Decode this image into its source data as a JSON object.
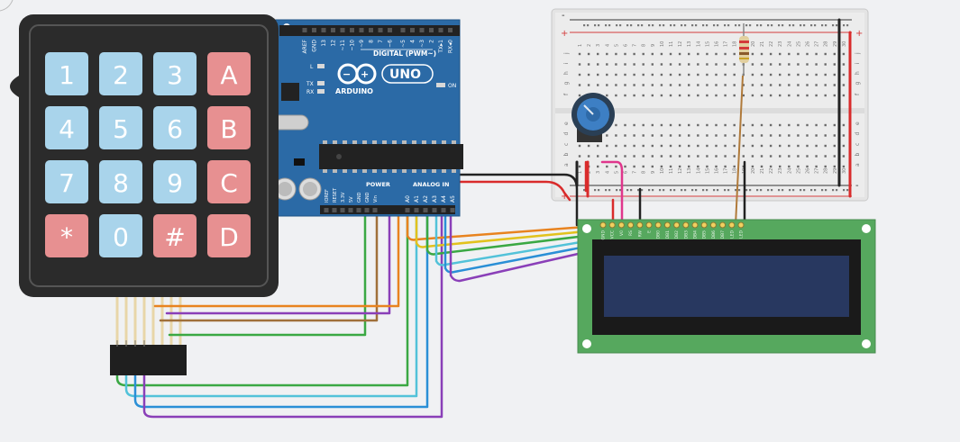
{
  "keypad": {
    "keys": [
      "1",
      "2",
      "3",
      "A",
      "4",
      "5",
      "6",
      "B",
      "7",
      "8",
      "9",
      "C",
      "*",
      "0",
      "#",
      "D"
    ],
    "colors": {
      "body": "#2b2b2b",
      "key_blue": "#a9d4eb",
      "key_red": "#e79091",
      "key_text": "#ffffff"
    }
  },
  "arduino": {
    "brand": "ARDUINO",
    "model": "UNO",
    "digital_label": "DIGITAL (PWM~)",
    "digital_pins": [
      "AREF",
      "GND",
      "13",
      "12",
      "~11",
      "~10",
      "~9",
      "8",
      "7",
      "~6",
      "~5",
      "4",
      "~3",
      "2",
      "TX▸1",
      "RX◂0"
    ],
    "power_label": "POWER",
    "analog_label": "ANALOG IN",
    "power_pins": [
      "IOREF",
      "RESET",
      "3.3V",
      "5V",
      "GND",
      "GND",
      "Vin"
    ],
    "analog_pins": [
      "A0",
      "A1",
      "A2",
      "A3",
      "A4",
      "A5"
    ],
    "led_labels": [
      "L",
      "TX",
      "RX"
    ],
    "on_label": "ON",
    "colors": {
      "board": "#2b6aa6",
      "header": "#222222"
    }
  },
  "breadboard": {
    "row_letters_top": [
      "a",
      "b",
      "c",
      "d",
      "e"
    ],
    "row_letters_bottom": [
      "f",
      "g",
      "h",
      "i",
      "j"
    ],
    "columns": [
      "1",
      "2",
      "3",
      "4",
      "5",
      "6",
      "7",
      "8",
      "9",
      "10",
      "11",
      "12",
      "13",
      "14",
      "15",
      "16",
      "17",
      "18",
      "19",
      "20",
      "21",
      "22",
      "23",
      "24",
      "25",
      "26",
      "27",
      "28",
      "29",
      "30"
    ],
    "rail_plus": "+",
    "rail_minus": "-"
  },
  "lcd": {
    "pin_labels": [
      "GND",
      "VCC",
      "V0",
      "RS",
      "RW",
      "E",
      "DB0",
      "DB1",
      "DB2",
      "DB3",
      "DB4",
      "DB5",
      "DB6",
      "DB7",
      "LED",
      "LED"
    ],
    "colors": {
      "pcb": "#56a85e",
      "screen": "#283860",
      "bezel": "#1a1a1a"
    }
  },
  "wires": {
    "colors": {
      "green": "#3aa843",
      "orange": "#e8831f",
      "brown": "#a0703a",
      "purple": "#8a3fb8",
      "blue": "#2a8fd6",
      "cyan": "#52c2d9",
      "red": "#d92b2b",
      "black": "#222222",
      "pink": "#e0368c"
    }
  }
}
